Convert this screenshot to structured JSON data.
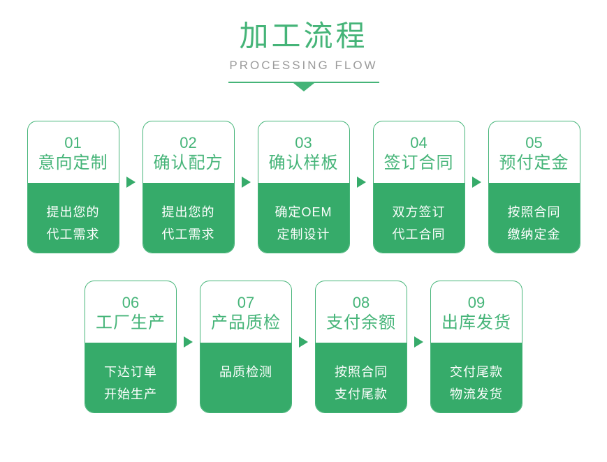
{
  "header": {
    "title": "加工流程",
    "subtitle": "PROCESSING FLOW"
  },
  "colors": {
    "green_fill": "#36ab6a",
    "green_accent": "#45b478",
    "subtitle_gray": "#9b9b9b",
    "card_desc_text": "#ffffff",
    "background": "#ffffff"
  },
  "steps": [
    {
      "number": "01",
      "title": "意向定制",
      "desc_lines": [
        "提出您的",
        "代工需求"
      ]
    },
    {
      "number": "02",
      "title": "确认配方",
      "desc_lines": [
        "提出您的",
        "代工需求"
      ]
    },
    {
      "number": "03",
      "title": "确认样板",
      "desc_lines": [
        "确定OEM",
        "定制设计"
      ]
    },
    {
      "number": "04",
      "title": "签订合同",
      "desc_lines": [
        "双方签订",
        "代工合同"
      ]
    },
    {
      "number": "05",
      "title": "预付定金",
      "desc_lines": [
        "按照合同",
        "缴纳定金"
      ]
    },
    {
      "number": "06",
      "title": "工厂生产",
      "desc_lines": [
        "下达订单",
        "开始生产"
      ]
    },
    {
      "number": "07",
      "title": "产品质检",
      "desc_lines": [
        "品质检测"
      ]
    },
    {
      "number": "08",
      "title": "支付余额",
      "desc_lines": [
        "按照合同",
        "支付尾款"
      ]
    },
    {
      "number": "09",
      "title": "出库发货",
      "desc_lines": [
        "交付尾款",
        "物流发货"
      ]
    }
  ],
  "icons": {
    "divider_triangle": "triangle-down",
    "step_connector": "triangle-right"
  }
}
